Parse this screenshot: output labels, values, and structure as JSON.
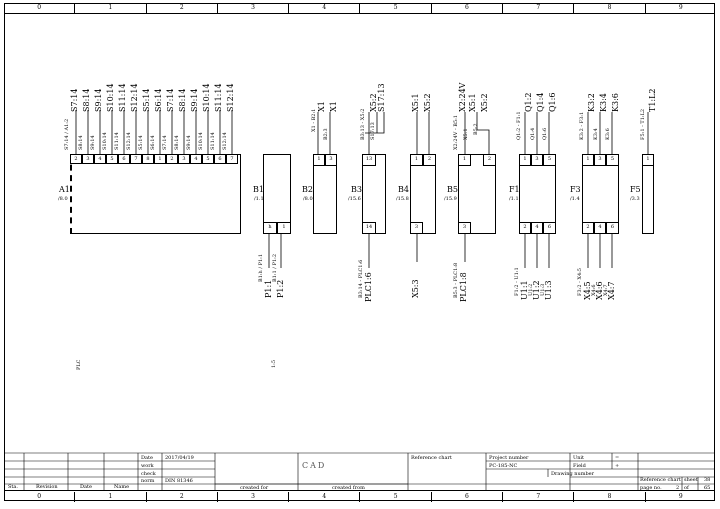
{
  "zones": [
    "0",
    "1",
    "2",
    "3",
    "4",
    "5",
    "6",
    "7",
    "8",
    "9"
  ],
  "devices": {
    "A1": {
      "tag": "A1",
      "ref": "/8.0",
      "pins": [
        "2",
        "3",
        "4",
        "5",
        "6",
        "7",
        "8",
        "1",
        "2",
        "3",
        "4",
        "5",
        "6",
        "7"
      ],
      "wires": [
        "S7:14",
        "S8:14",
        "S9:14",
        "S10:14",
        "S11:14",
        "S12:14",
        "S5:14",
        "S6:14",
        "S7:14",
        "S8:14",
        "S9:14",
        "S10:14",
        "S11:14",
        "S12:14"
      ],
      "xref": [
        "S7:14 / A1:2",
        "S8:14",
        "S9:14",
        "S10:14",
        "S11:14",
        "S12:14",
        "S5:14",
        "S6:14",
        "S7:14",
        "S8:14",
        "S9:14",
        "S10:14",
        "S11:14",
        "S12:14"
      ],
      "bottom": "PLC"
    },
    "B1": {
      "tag": "B1",
      "ref": "/1.1",
      "pins_bot": [
        "h",
        "1"
      ],
      "bot_wires": [
        "P1:1",
        "P1:2"
      ],
      "bot_xref": [
        "B1:h / P1:1",
        "B1:1 / P1:2"
      ],
      "bottom": "1:5"
    },
    "B2": {
      "tag": "B2",
      "ref": "/8.0",
      "pins": [
        "1",
        "3"
      ],
      "wires": [
        "X1",
        "X1"
      ],
      "xref": [
        "X1 - B2:1",
        "B2:3"
      ]
    },
    "B3": {
      "tag": "B3",
      "ref": "/15.6",
      "pins": [
        "13"
      ],
      "pins_bot": [
        "14"
      ],
      "wires": [
        "X5:2",
        "S17:13"
      ],
      "xref": [
        "B3:13 - X5:2",
        "S17:13"
      ],
      "bot_wires": [
        "PLC1:6"
      ],
      "bot_xref": [
        "B3:14 - PLC1:6"
      ]
    },
    "B4": {
      "tag": "B4",
      "ref": "/15.8",
      "pins": [
        "1",
        "2"
      ],
      "pins_bot": [
        "3"
      ],
      "wires": [
        "X5:1",
        "X5:2"
      ],
      "bot_wires": [
        "X5:3"
      ]
    },
    "B5": {
      "tag": "B5",
      "ref": "/15.9",
      "pins": [
        "1",
        "2"
      ],
      "pins_bot": [
        "3"
      ],
      "wires": [
        "X2:24V",
        "X5:1",
        "X5:2"
      ],
      "xref": [
        "X2:24V - B5:1",
        "X5:1",
        "B5:2"
      ],
      "bot_wires": [
        "PLC1:8"
      ],
      "bot_xref": [
        "B5:3 - PLC1:8"
      ]
    },
    "F1": {
      "tag": "F1",
      "ref": "/1.1",
      "pins": [
        "1",
        "3",
        "5"
      ],
      "pins_bot": [
        "2",
        "4",
        "6"
      ],
      "wires": [
        "Q1:2",
        "Q1:4",
        "Q1:6"
      ],
      "xref": [
        "Q1:2 - F1:1",
        "Q1:4",
        "Q1:6"
      ],
      "bot_wires": [
        "U1:1",
        "U1:2",
        "U1:3"
      ],
      "bot_xref": [
        "F1:2 - U1:1",
        "U1:2",
        "U1:3"
      ]
    },
    "F3": {
      "tag": "F3",
      "ref": "/1.4",
      "pins": [
        "1",
        "3",
        "5"
      ],
      "pins_bot": [
        "2",
        "4",
        "6"
      ],
      "wires": [
        "K3:2",
        "K3:4",
        "K3:6"
      ],
      "xref": [
        "K3:2 - F3:1",
        "K3:4",
        "K3:6"
      ],
      "bot_wires": [
        "X4:5",
        "X4:6",
        "X4:7"
      ],
      "bot_xref": [
        "F3:2 - X4:5",
        "X4:6",
        "X4:7"
      ]
    },
    "F5": {
      "tag": "F5",
      "ref": "/3.3",
      "pins": [
        "1"
      ],
      "wires": [
        "T1:L2"
      ],
      "xref": [
        "F5:1 - T1:L2"
      ]
    }
  },
  "title_block": {
    "date_label": "Date",
    "date_value": "2017/04/19",
    "work_label": "work",
    "check_label": "check",
    "norm_label": "norm",
    "norm_value": "DIN 81346",
    "created_for": "created for",
    "created_from": "created from",
    "reference_chart": "Reference chart",
    "project_number_label": "Project number",
    "project_number": "PC-185-NC",
    "drawing_number_label": "Drawing number",
    "unit_label": "Unit",
    "unit_value": "=",
    "field_label": "Field",
    "field_value": "+",
    "ref_chart_sheet_label": "Reference chart",
    "sheet_label": "sheet",
    "sheet_value": "38",
    "page_label": "page no.",
    "page_value": "2",
    "of_label": "of",
    "of_value": "65",
    "sta": "Sta.",
    "revision": "Revision",
    "date_col": "Date",
    "name_col": "Name",
    "logo": "CAD"
  }
}
